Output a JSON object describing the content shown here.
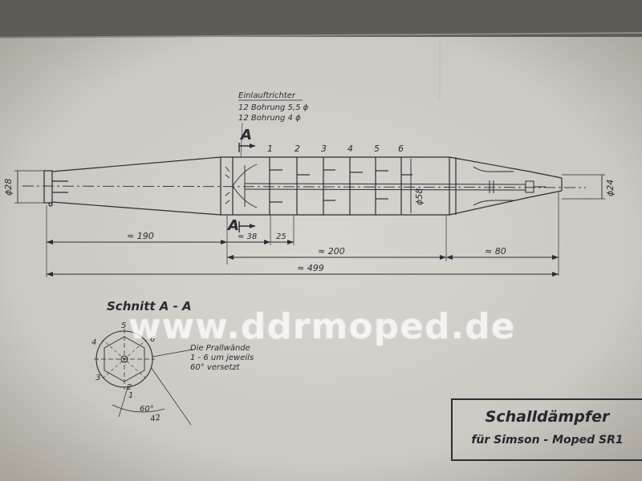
{
  "inlet": {
    "title": "Einlauftrichter",
    "line1": "12 Bohrung 5,5 ϕ",
    "line2": "12 Bohrung 4 ϕ"
  },
  "section_markers": {
    "top": "A",
    "bottom": "A"
  },
  "baffle_numbers": [
    "1",
    "2",
    "3",
    "4",
    "5",
    "6"
  ],
  "diameters": {
    "left": "ϕ28",
    "mid": "ϕ58",
    "right": "ϕ24"
  },
  "dimensions": {
    "d190": "≈ 190",
    "d38": "≈ 38",
    "d25": "25",
    "d200": "≈ 200",
    "d80": "≈ 80",
    "d499": "≈ 499"
  },
  "section_view": {
    "title": "Schnitt A - A",
    "numbers": [
      "1",
      "2",
      "3",
      "4",
      "5",
      "6"
    ],
    "note1": "Die Prallwände",
    "note2": "1 - 6 um jeweils",
    "note3": "60° versetzt",
    "angle": "60°",
    "dim": "42"
  },
  "watermark": "www.ddrmoped.de",
  "title_block": {
    "line1": "Schalldämpfer",
    "line2": "für Simson - Moped SR1"
  },
  "colors": {
    "paper": "#cdcac4",
    "ink": "#2a2b33",
    "background": "#6e6a63"
  }
}
